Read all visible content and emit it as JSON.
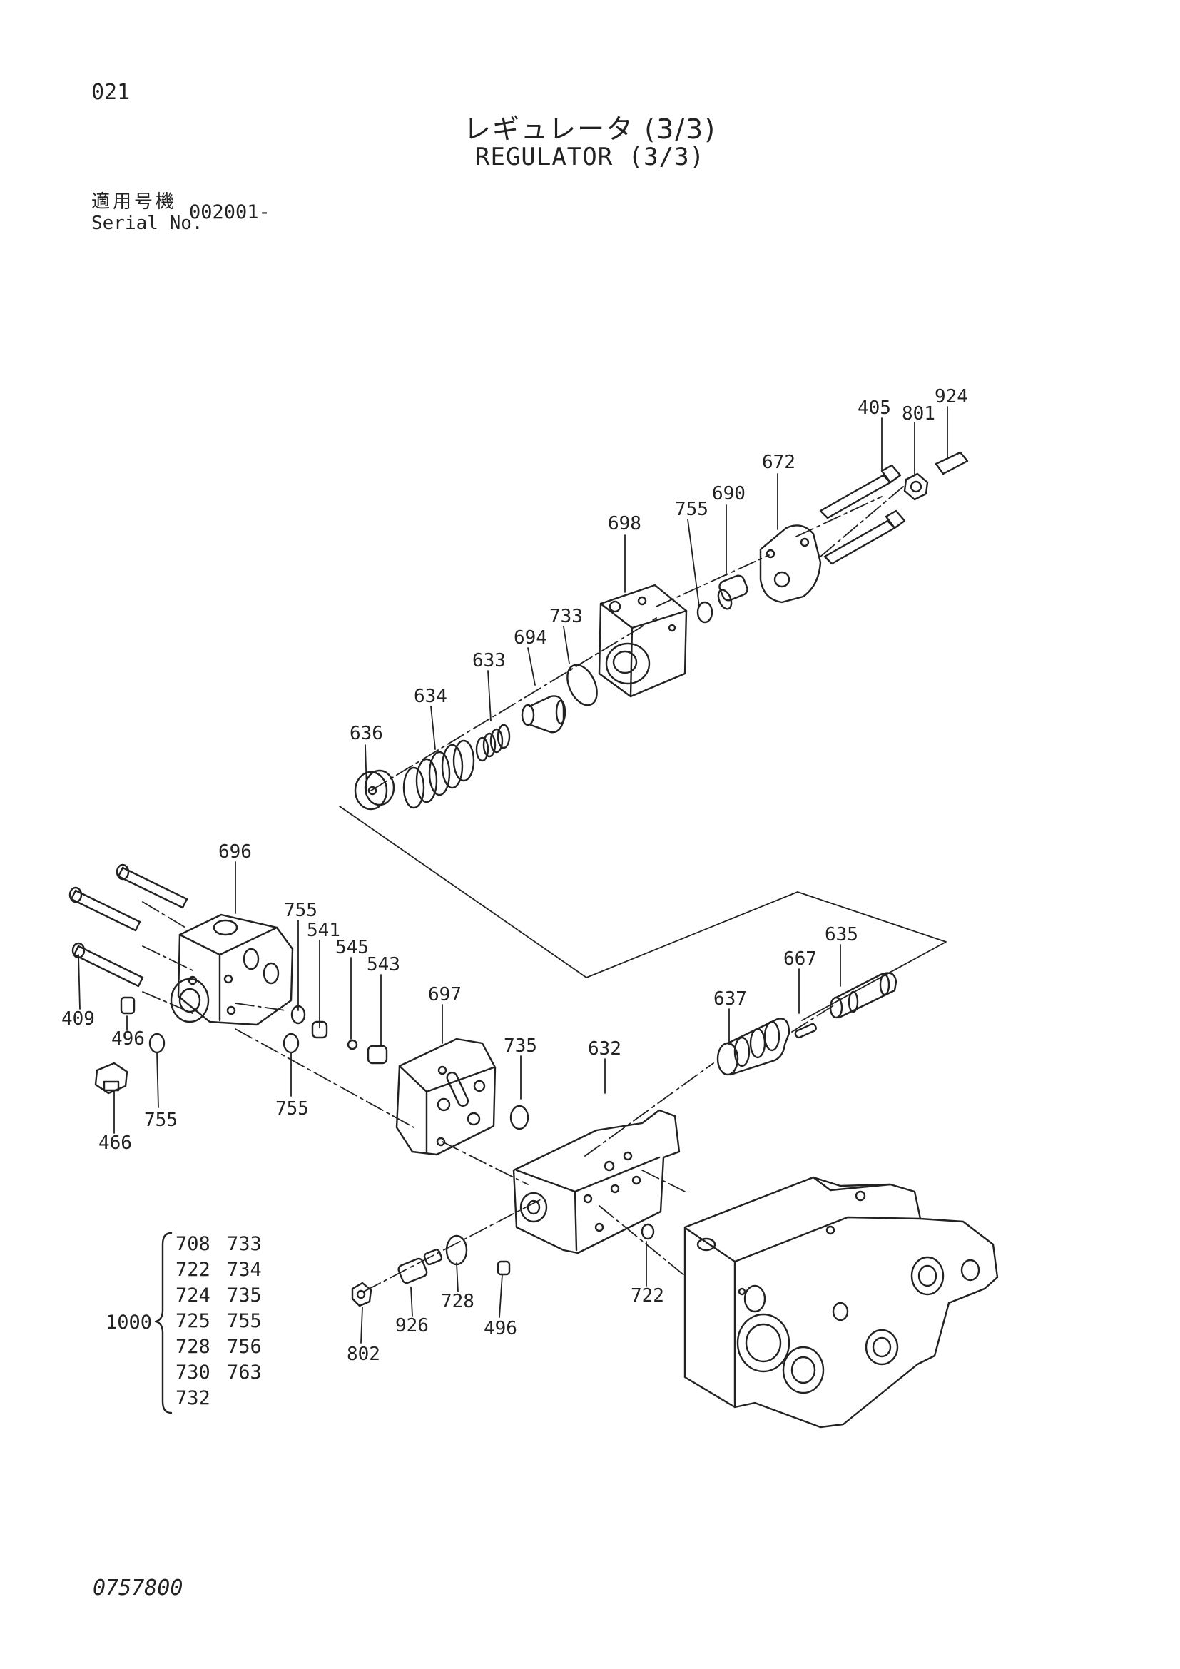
{
  "header": {
    "page_number": "021",
    "title_jp": "レギュレータ (3/3)",
    "title_en": "REGULATOR (3/3)",
    "serial_label_jp": "適用号機",
    "serial_label_en": "Serial No.",
    "serial_value": "002001-"
  },
  "callouts": {
    "c405": "405",
    "c801": "801",
    "c924": "924",
    "c672": "672",
    "c690": "690",
    "c755a": "755",
    "c698": "698",
    "c733": "733",
    "c694": "694",
    "c633": "633",
    "c634": "634",
    "c636": "636",
    "c696": "696",
    "c755b": "755",
    "c541": "541",
    "c545": "545",
    "c543": "543",
    "c635": "635",
    "c667": "667",
    "c637": "637",
    "c697": "697",
    "c735": "735",
    "c632": "632",
    "c409": "409",
    "c496a": "496",
    "c755c": "755",
    "c755d": "755",
    "c466": "466",
    "c728": "728",
    "c926": "926",
    "c496b": "496",
    "c722": "722",
    "c802": "802"
  },
  "kit": {
    "number": "1000",
    "col1": [
      "708",
      "722",
      "724",
      "725",
      "728",
      "730",
      "732"
    ],
    "col2": [
      "733",
      "734",
      "735",
      "755",
      "756",
      "763"
    ]
  },
  "footer": {
    "document_number": "0757800"
  }
}
